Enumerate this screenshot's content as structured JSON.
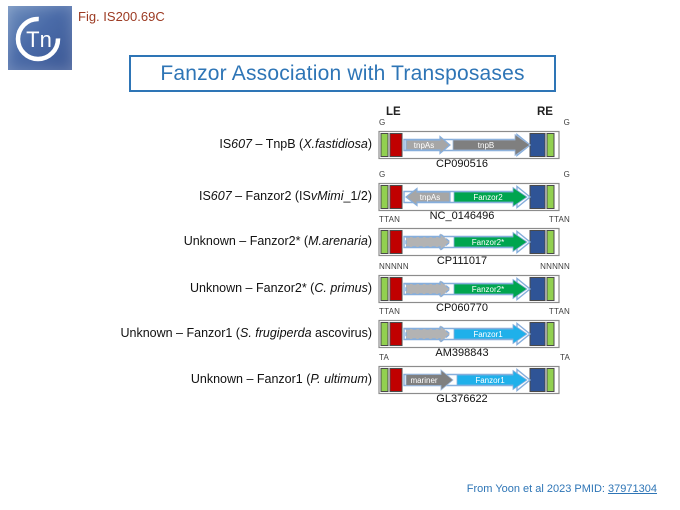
{
  "logo": {
    "text": "Tn"
  },
  "fig_label": "Fig. IS200.69C",
  "title": "Fanzor Association with Transposases",
  "diagram": {
    "le_label": "LE",
    "re_label": "RE",
    "rows": [
      {
        "label_parts": [
          {
            "t": "IS",
            "i": false
          },
          {
            "t": "607",
            "i": true
          },
          {
            "t": " – TnpB (",
            "i": false
          },
          {
            "t": "X.fastidiosa",
            "i": true
          },
          {
            "t": ")",
            "i": false
          }
        ],
        "flag_left": "G",
        "flag_right": "G",
        "accession": "CP090516",
        "genes": [
          {
            "label": "tnpAs",
            "direction": "right",
            "style": "gray-light"
          },
          {
            "label": "tnpB",
            "direction": "right",
            "style": "gray"
          }
        ]
      },
      {
        "label_parts": [
          {
            "t": "IS",
            "i": false
          },
          {
            "t": "607",
            "i": true
          },
          {
            "t": " – Fanzor2 (IS",
            "i": false
          },
          {
            "t": "vMimi",
            "i": true
          },
          {
            "t": "_1/2)",
            "i": false
          }
        ],
        "flag_left": "G",
        "flag_right": "G",
        "accession": "NC_0146496",
        "genes": [
          {
            "label": "tnpAs",
            "direction": "left",
            "style": "gray-light"
          },
          {
            "label": "Fanzor2",
            "direction": "right",
            "style": "green"
          }
        ]
      },
      {
        "label_parts": [
          {
            "t": "Unknown – Fanzor2* (",
            "i": false
          },
          {
            "t": "M.arenaria",
            "i": true
          },
          {
            "t": ")",
            "i": false
          }
        ],
        "flag_left": "TTAN",
        "flag_right": "TTAN",
        "accession": "CP111017",
        "genes": [
          {
            "type": "pseudogene-dashed",
            "direction": "right"
          },
          {
            "label": "Fanzor2*",
            "direction": "right",
            "style": "green"
          }
        ]
      },
      {
        "label_parts": [
          {
            "t": "Unknown – Fanzor2* (",
            "i": false
          },
          {
            "t": "C. primus",
            "i": true
          },
          {
            "t": ")",
            "i": false
          }
        ],
        "flag_left": "NNNNN",
        "flag_right": "NNNNN",
        "accession": "CP060770",
        "genes": [
          {
            "type": "pseudogene-dashed",
            "direction": "right"
          },
          {
            "label": "Fanzor2*",
            "direction": "right",
            "style": "green"
          }
        ]
      },
      {
        "label_parts": [
          {
            "t": "Unknown – Fanzor1 (",
            "i": false
          },
          {
            "t": "S. frugiperda",
            "i": true
          },
          {
            "t": " ascovirus)",
            "i": false
          }
        ],
        "flag_left": "TTAN",
        "flag_right": "TTAN",
        "accession": "AM398843",
        "genes": [
          {
            "type": "pseudogene-dashed",
            "direction": "right"
          },
          {
            "label": "Fanzor1",
            "direction": "right",
            "style": "cyan"
          }
        ]
      },
      {
        "label_parts": [
          {
            "t": "Unknown – Fanzor1 (",
            "i": false
          },
          {
            "t": "P. ultimum",
            "i": true
          },
          {
            "t": ")",
            "i": false
          }
        ],
        "flag_left": "TA",
        "flag_right": "TA",
        "accession": "GL376622",
        "genes": [
          {
            "label": "mariner",
            "direction": "right",
            "style": "gray"
          },
          {
            "label": "Fanzor1",
            "direction": "right",
            "style": "cyan"
          }
        ]
      }
    ]
  },
  "citation": {
    "prefix": "From Yoon et al 2023 PMID: ",
    "link": "37971304"
  },
  "colors": {
    "title_blue": "#2e75b6",
    "fig_label_red": "#9c3a22",
    "flag_green": "#92d050",
    "left_end_red": "#c00000",
    "right_end_blue": "#2f5496",
    "fanzor2_green": "#00a54f",
    "fanzor1_cyan": "#1fb0ea",
    "transposase_gray": "#7f7f7f",
    "element_outline_blue": "#86aedc",
    "citation_blue": "#2e75b6"
  }
}
